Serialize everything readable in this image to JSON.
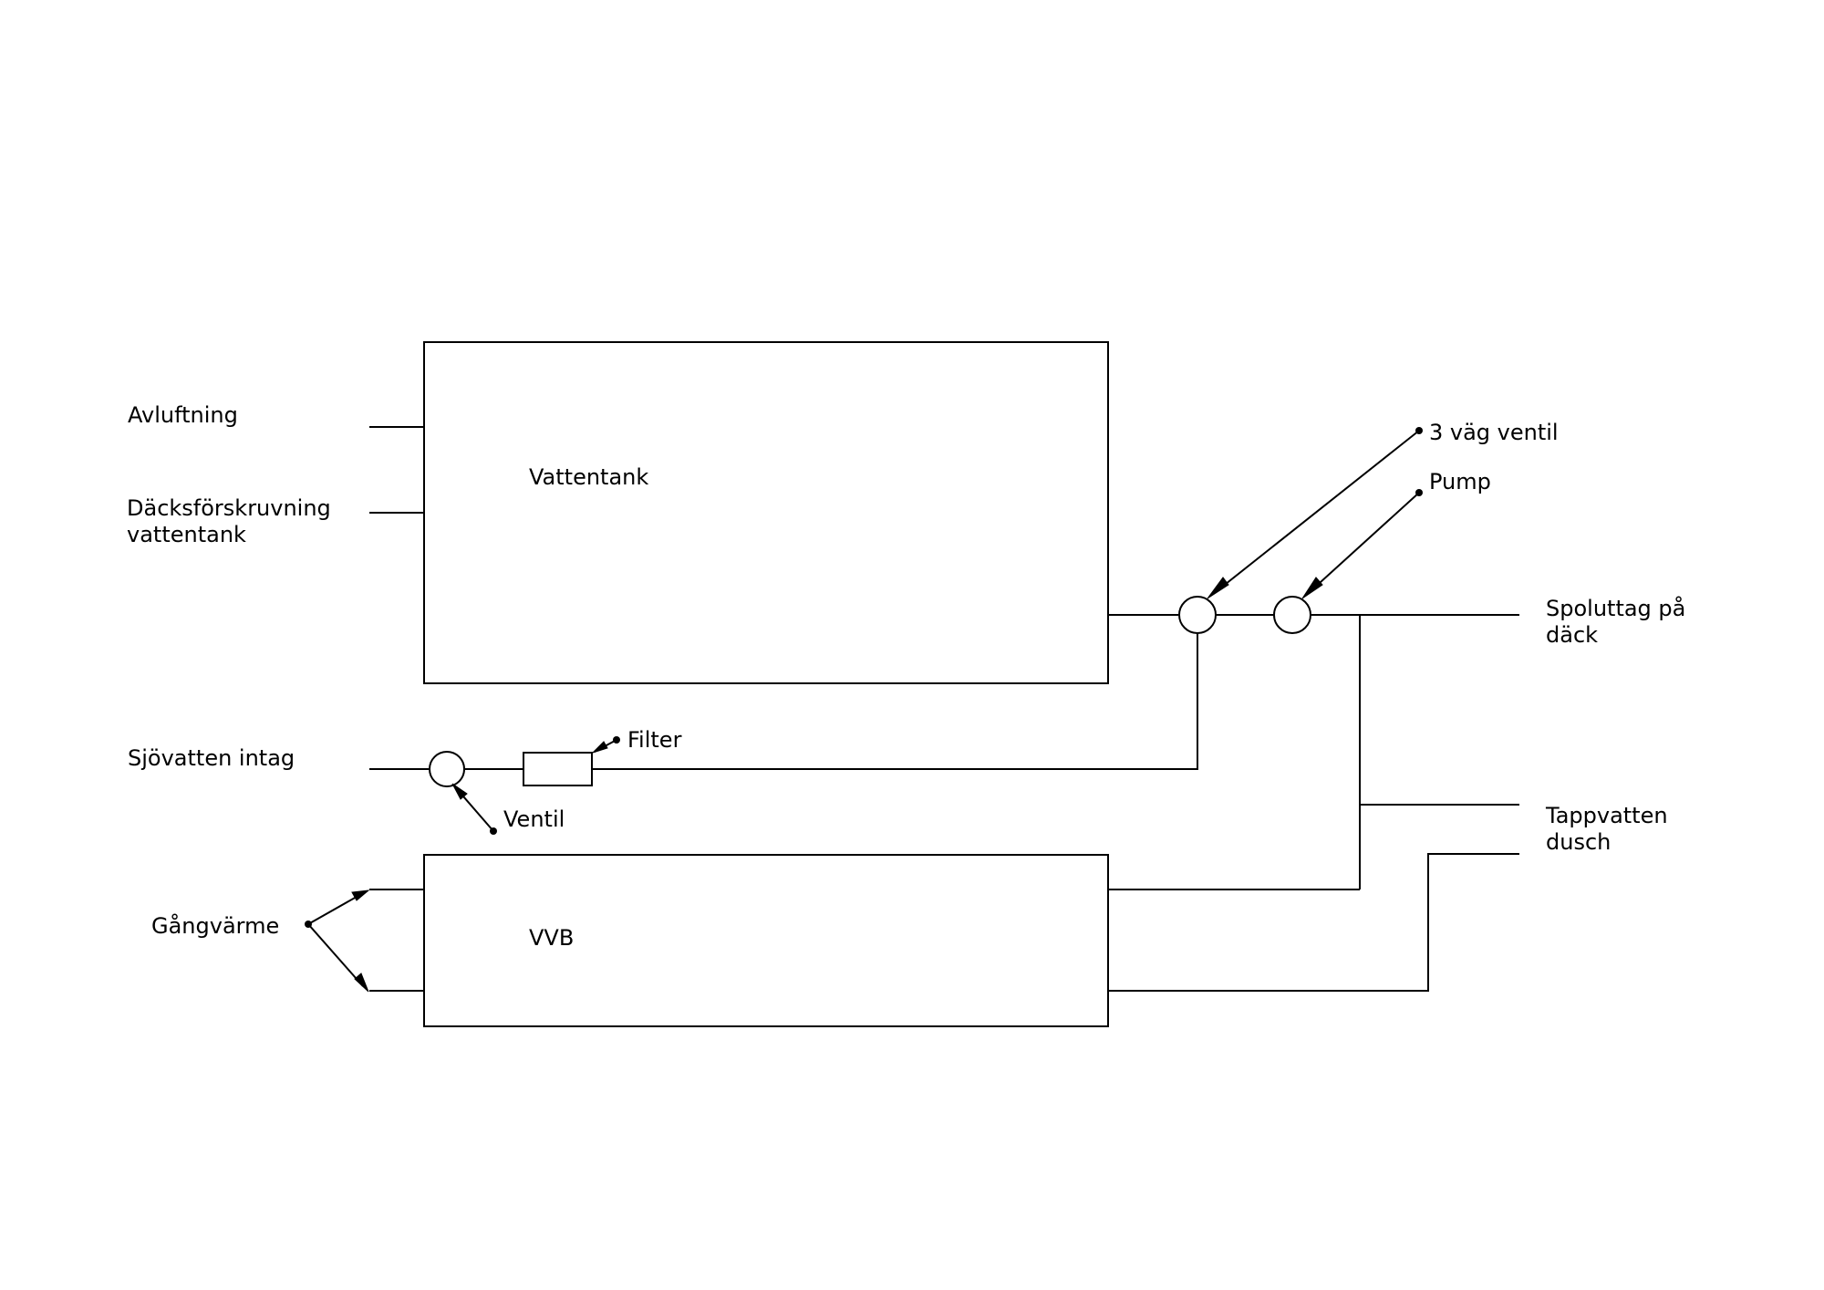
{
  "labels": {
    "avluftning": "Avluftning",
    "decksforskruvning_1": "Däcksförskruvning",
    "decksforskruvning_2": "vattentank",
    "vattentank": "Vattentank",
    "three_way_valve": "3 väg ventil",
    "pump": "Pump",
    "spoluttag_1": "Spoluttag på",
    "spoluttag_2": "däck",
    "sjovatten_intag": "Sjövatten intag",
    "filter": "Filter",
    "ventil": "Ventil",
    "tappvatten_1": "Tappvatten",
    "tappvatten_2": "dusch",
    "gangvarme": "Gångvärme",
    "vvb": "VVB"
  }
}
